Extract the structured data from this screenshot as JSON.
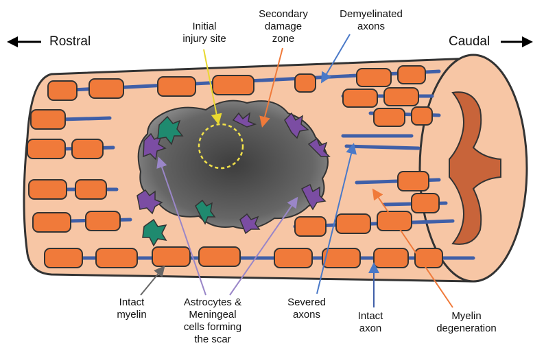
{
  "directions": {
    "rostral": "Rostral",
    "caudal": "Caudal"
  },
  "labels": {
    "initial_injury": [
      "Initial",
      "injury site"
    ],
    "secondary_damage": [
      "Secondary",
      "damage",
      "zone"
    ],
    "demyelinated_axons": [
      "Demyelinated",
      "axons"
    ],
    "intact_myelin": [
      "Intact",
      "myelin"
    ],
    "astrocytes": [
      "Astrocytes &",
      "Meningeal",
      "cells forming",
      "the scar"
    ],
    "severed_axons": [
      "Severed",
      "axons"
    ],
    "intact_axon": [
      "Intact",
      "axon"
    ],
    "myelin_degeneration": [
      "Myelin",
      "degeneration"
    ]
  },
  "colors": {
    "tissue": "#f7c6a5",
    "myelin": "#f07a3a",
    "axon": "#3f5fa8",
    "scar": "#5c5c5c",
    "astrocyte": "#7b4da3",
    "meningeal": "#1f8a6f",
    "injury_marker": "#f2e24a",
    "secondary_arrow": "#f07a3a",
    "demyelinated_arrow": "#4a79c8",
    "intact_myelin_arrow": "#666666",
    "astrocyte_arrow": "#9a86c8",
    "grey_matter": "#c8643a"
  }
}
